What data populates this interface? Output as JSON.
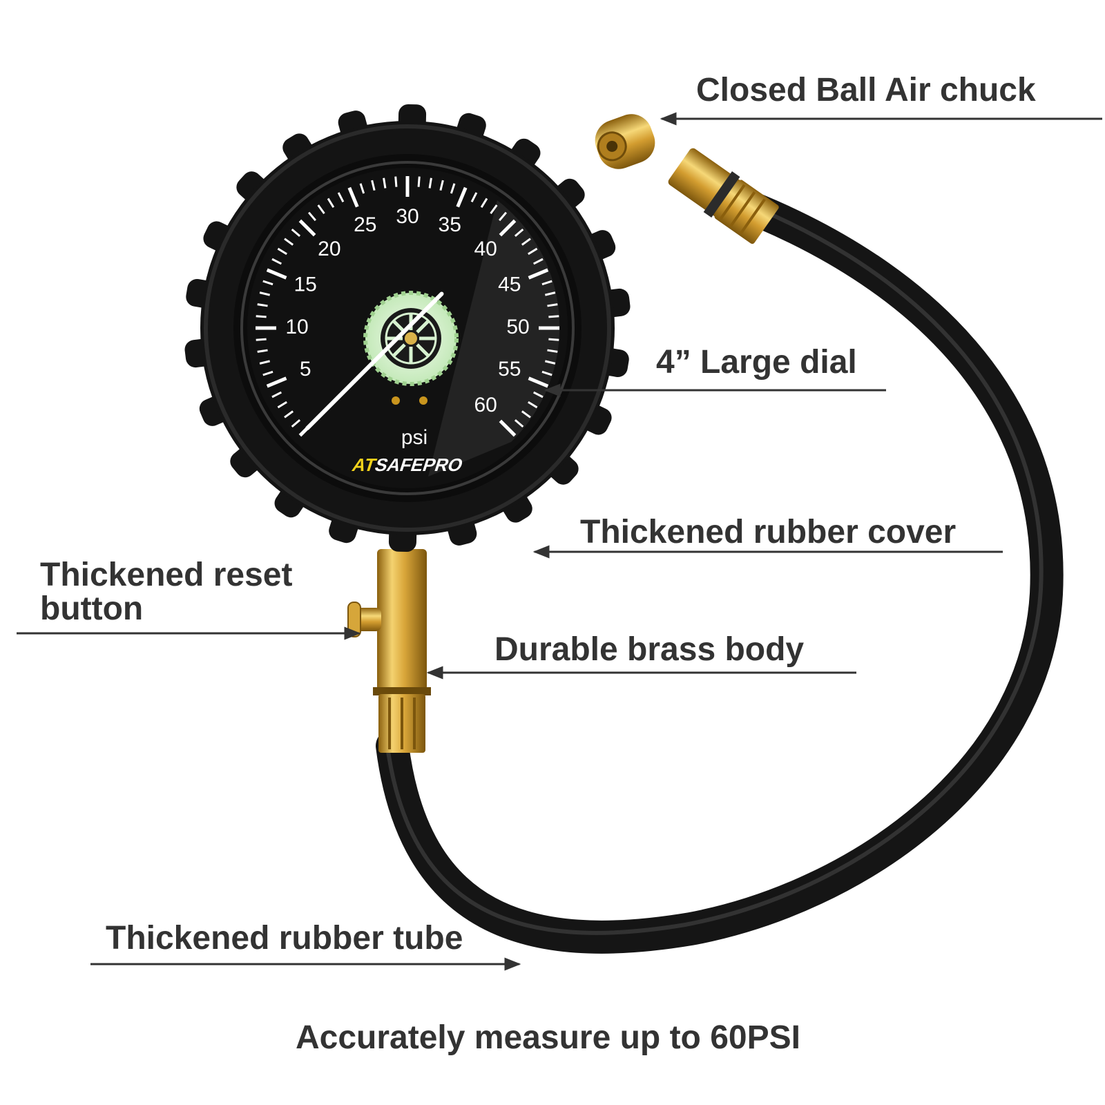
{
  "brand": {
    "prefix": "AT",
    "suffix": "SAFEPRO"
  },
  "dial": {
    "unit": "psi",
    "max_psi": 60,
    "needle_psi": 0,
    "numbers": [
      "5",
      "10",
      "15",
      "20",
      "25",
      "30",
      "35",
      "40",
      "45",
      "50",
      "55",
      "60"
    ]
  },
  "callouts": {
    "chuck": "Closed Ball Air chuck",
    "dial": "4” Large dial",
    "rubber_cover": "Thickened rubber cover",
    "reset_line1": "Thickened reset",
    "reset_line2": "button",
    "brass_body": "Durable brass body",
    "rubber_tube": "Thickened rubber tube"
  },
  "footer": "Accurately measure up to 60PSI",
  "colors": {
    "callout_text": "#333333",
    "rubber": "#141414",
    "brass": "#c9951e",
    "brand_accent": "#f2d21b",
    "glow": "#d7f2d0"
  },
  "icons": {
    "hub": "wheel-rim-icon"
  }
}
